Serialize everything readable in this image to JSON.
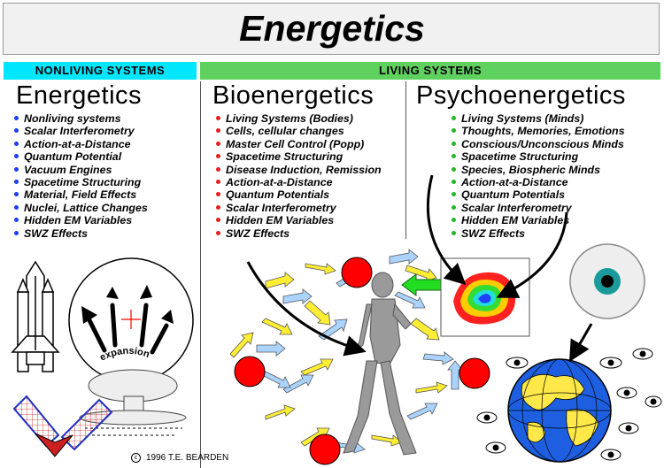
{
  "title": "Energetics",
  "bands": {
    "nonliving": "NONLIVING SYSTEMS",
    "living": "LIVING SYSTEMS"
  },
  "colors": {
    "nonliving_band": "#00e6ff",
    "living_band": "#5fd15f",
    "bullet_blue": "#1a3cff",
    "bullet_red": "#e02020",
    "bullet_green": "#22b822"
  },
  "columns": [
    {
      "heading": "Energetics",
      "bullet_color": "#1a3cff",
      "items": [
        "Nonliving systems",
        "Scalar Interferometry",
        "Action-at-a-Distance",
        "Quantum Potential",
        "Vacuum Engines",
        "Spacetime Structuring",
        "Material, Field Effects",
        "Nuclei, Lattice Changes",
        "Hidden EM Variables",
        "SWZ Effects"
      ]
    },
    {
      "heading": "Bioenergetics",
      "bullet_color": "#e02020",
      "items": [
        "Living Systems (Bodies)",
        "Cells, cellular changes",
        "Master Cell Control (Popp)",
        "Spacetime Structuring",
        "Disease Induction, Remission",
        "Action-at-a-Distance",
        "Quantum Potentials",
        "Scalar Interferometry",
        "Hidden EM Variables",
        "SWZ Effects"
      ]
    },
    {
      "heading": "Psychoenergetics",
      "bullet_color": "#22b822",
      "items": [
        "Living Systems (Minds)",
        "Thoughts, Memories, Emotions",
        "Conscious/Unconscious Minds",
        "Spacetime Structuring",
        "Species, Biospheric Minds",
        "Action-at-a-Distance",
        "Quantum Potentials",
        "Scalar Interferometry",
        "Hidden EM Variables",
        "SWZ Effects"
      ]
    }
  ],
  "illustration": {
    "expansion_label": "expansion"
  },
  "credit": {
    "symbol": "c",
    "text": "1996 T.E. BEARDEN"
  }
}
